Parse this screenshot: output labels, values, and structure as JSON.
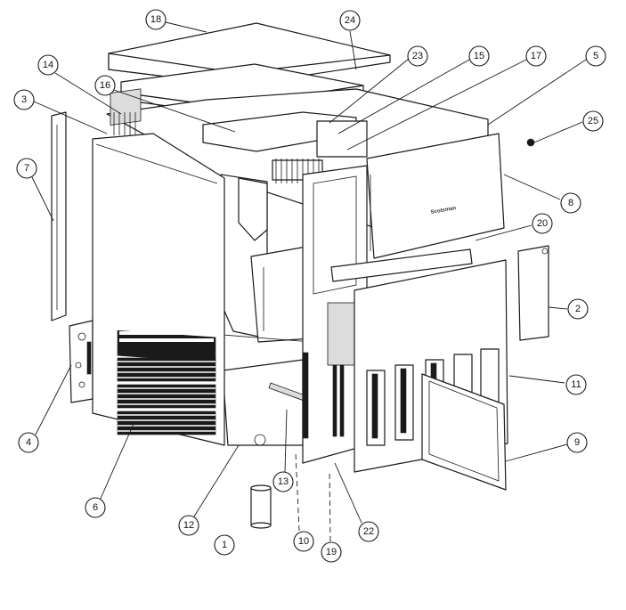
{
  "figure": {
    "callouts": [
      {
        "id": "c18",
        "label": "18"
      },
      {
        "id": "c24",
        "label": "24"
      },
      {
        "id": "c23",
        "label": "23"
      },
      {
        "id": "c15",
        "label": "15"
      },
      {
        "id": "c17",
        "label": "17"
      },
      {
        "id": "c5",
        "label": "5"
      },
      {
        "id": "c14",
        "label": "14"
      },
      {
        "id": "c16",
        "label": "16"
      },
      {
        "id": "c3",
        "label": "3"
      },
      {
        "id": "c25",
        "label": "25"
      },
      {
        "id": "c7",
        "label": "7"
      },
      {
        "id": "c8",
        "label": "8"
      },
      {
        "id": "c20",
        "label": "20"
      },
      {
        "id": "c2",
        "label": "2"
      },
      {
        "id": "c11",
        "label": "11"
      },
      {
        "id": "c4",
        "label": "4"
      },
      {
        "id": "c9",
        "label": "9"
      },
      {
        "id": "c6",
        "label": "6"
      },
      {
        "id": "c13",
        "label": "13"
      },
      {
        "id": "c12",
        "label": "12"
      },
      {
        "id": "c22",
        "label": "22"
      },
      {
        "id": "c1",
        "label": "1"
      },
      {
        "id": "c10",
        "label": "10"
      },
      {
        "id": "c19",
        "label": "19"
      }
    ],
    "front_panel_brand": "Scotsman"
  },
  "colors": {
    "line": "#1a1a1a",
    "background": "#ffffff",
    "shade": "#dcdcdc"
  }
}
